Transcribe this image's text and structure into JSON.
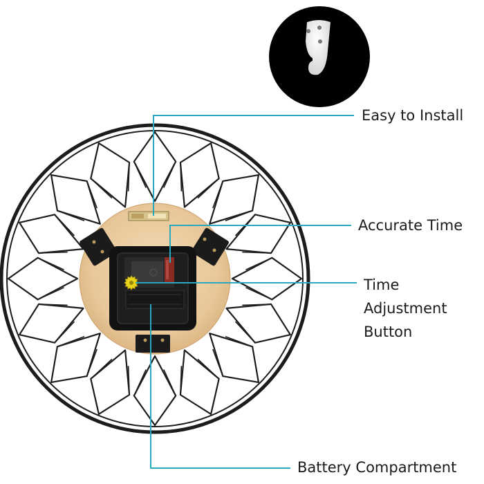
{
  "labels": {
    "easy_install": "Easy to Install",
    "accurate_time": "Accurate Time",
    "time_adjustment": "Time Adjustment Button",
    "battery": "Battery Compartment"
  },
  "colors": {
    "callout_line": "#29a9bf",
    "frame": "#1c1c1c",
    "wood": "#e8c99a",
    "movement": "#151515",
    "gear": "#e8d21a",
    "hook": "#f4f4f4",
    "hook_bg": "#000000"
  }
}
